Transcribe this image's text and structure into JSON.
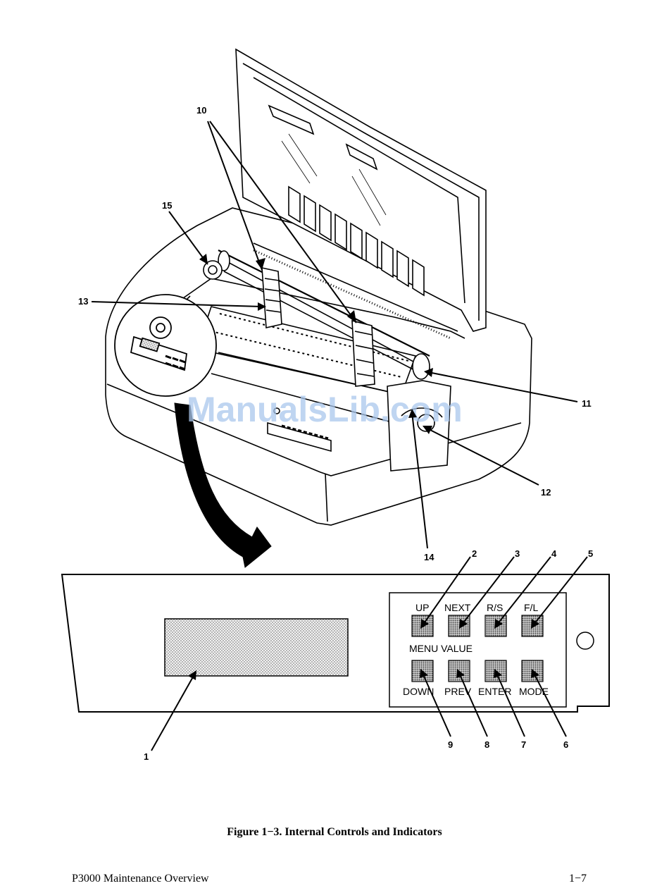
{
  "figure": {
    "watermark": "ManualsLib.com",
    "callouts": {
      "c1": "1",
      "c2": "2",
      "c3": "3",
      "c4": "4",
      "c5": "5",
      "c6": "6",
      "c7": "7",
      "c8": "8",
      "c9": "9",
      "c10": "10",
      "c11": "11",
      "c12": "12",
      "c13": "13",
      "c14": "14",
      "c15": "15"
    },
    "panel": {
      "keys": {
        "up": "UP",
        "next": "NEXT",
        "rs": "R/S",
        "fl": "F/L",
        "down": "DOWN",
        "prev": "PREV",
        "enter": "ENTER",
        "mode": "MODE"
      },
      "group_label": "MENU VALUE"
    },
    "caption": "Figure 1−3. Internal Controls and Indicators"
  },
  "footer": {
    "title": "P3000 Maintenance Overview",
    "page": "1−7"
  }
}
